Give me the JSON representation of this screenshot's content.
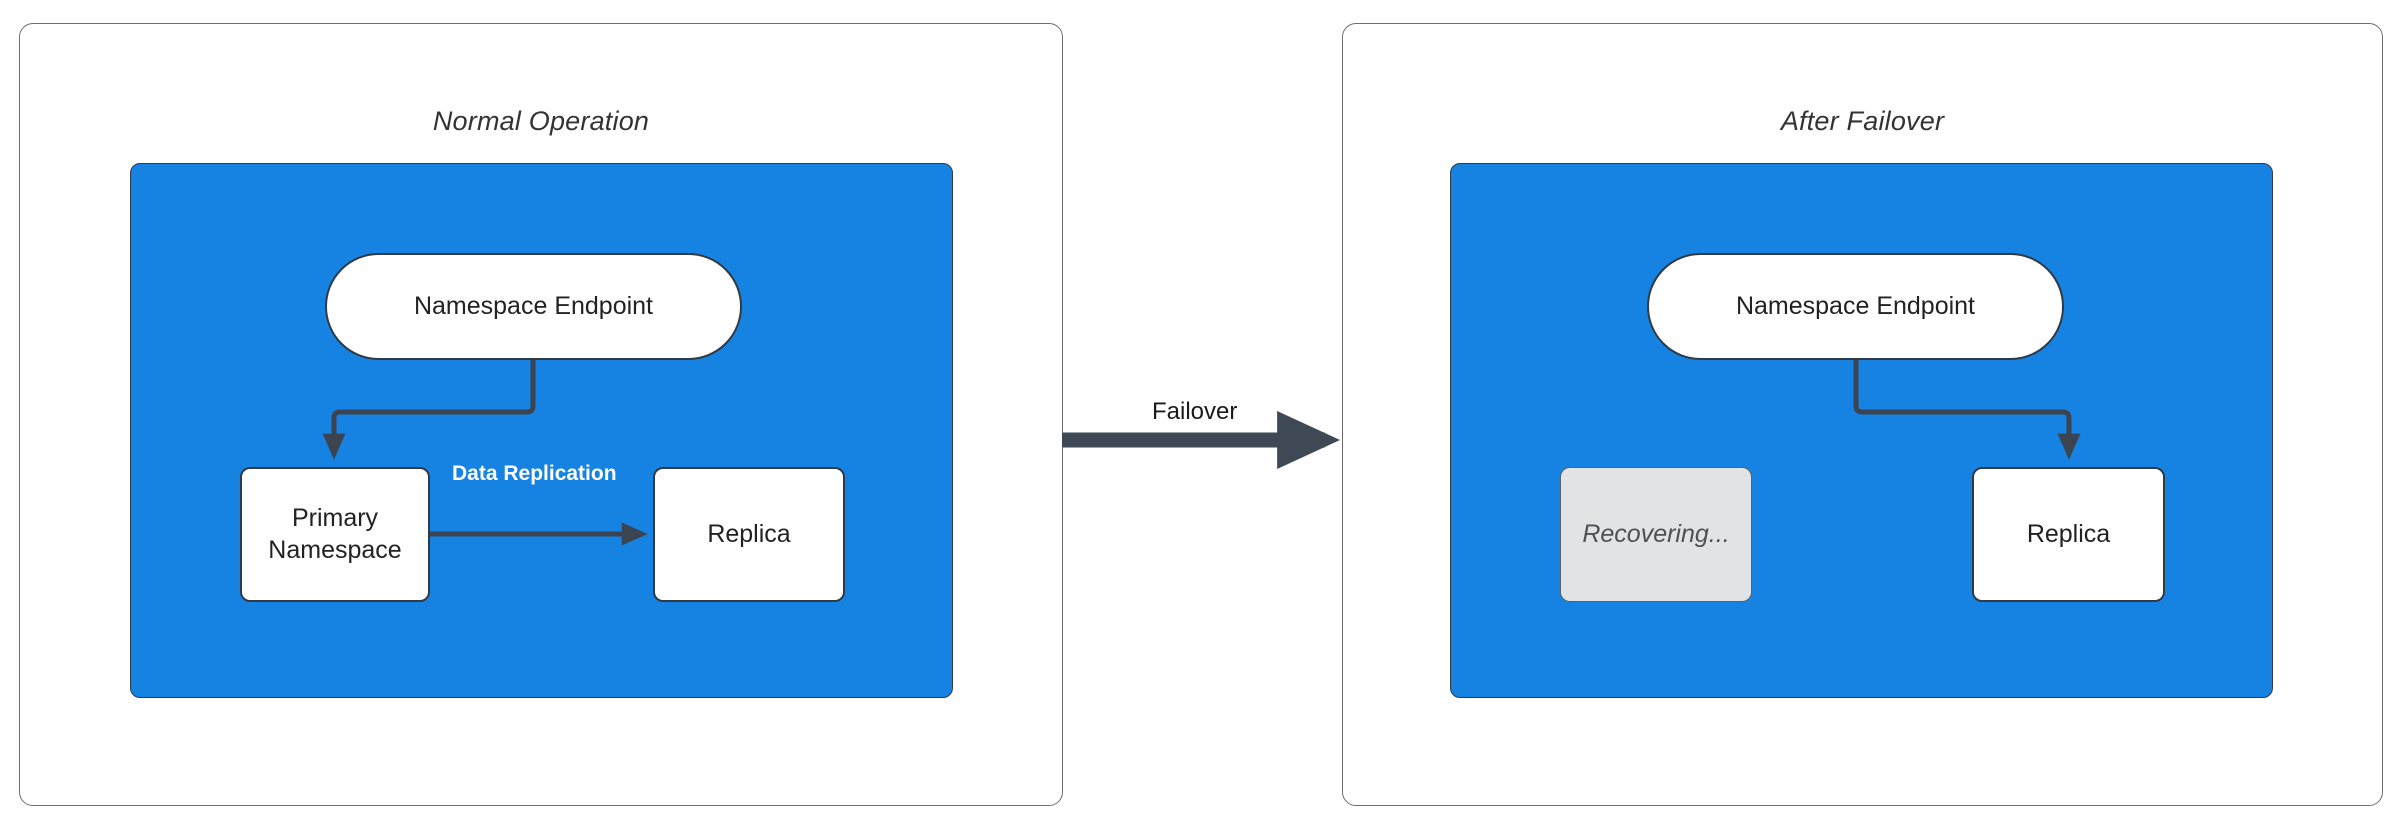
{
  "diagram": {
    "type": "failover-architecture",
    "panels": [
      {
        "id": "normal",
        "title": "Normal Operation",
        "zone_color": "#1683e2",
        "nodes": [
          {
            "id": "endpoint",
            "label": "Namespace Endpoint",
            "shape": "pill",
            "fill": "#ffffff"
          },
          {
            "id": "primary",
            "label": "Primary\nNamespace",
            "shape": "box",
            "fill": "#ffffff"
          },
          {
            "id": "replica",
            "label": "Replica",
            "shape": "box",
            "fill": "#ffffff"
          }
        ],
        "edges": [
          {
            "from": "endpoint",
            "to": "primary",
            "label": ""
          },
          {
            "from": "primary",
            "to": "replica",
            "label": "Data Replication"
          }
        ]
      },
      {
        "id": "failover",
        "title": "After Failover",
        "zone_color": "#1683e2",
        "nodes": [
          {
            "id": "endpoint",
            "label": "Namespace Endpoint",
            "shape": "pill",
            "fill": "#ffffff"
          },
          {
            "id": "recovering",
            "label": "Recovering...",
            "shape": "box",
            "fill": "#e1e3e4"
          },
          {
            "id": "replica",
            "label": "Replica",
            "shape": "box",
            "fill": "#ffffff"
          }
        ],
        "edges": [
          {
            "from": "endpoint",
            "to": "replica",
            "label": ""
          }
        ]
      }
    ],
    "transition": {
      "label": "Failover",
      "direction": "left-to-right",
      "color": "#3f4855"
    },
    "labels": {
      "normal_title": "Normal Operation",
      "failover_title": "After Failover",
      "endpoint_left": "Namespace Endpoint",
      "endpoint_right": "Namespace Endpoint",
      "primary_namespace": "Primary Namespace",
      "primary_namespace_line1": "Primary",
      "primary_namespace_line2": "Namespace",
      "replica_left": "Replica",
      "replica_right": "Replica",
      "recovering": "Recovering...",
      "data_replication": "Data Replication",
      "failover": "Failover"
    },
    "colors": {
      "zone": "#1683e2",
      "node_fill": "#ffffff",
      "node_stroke": "#2f3a45",
      "inactive_fill": "#e1e3e4",
      "edge": "#3b4450",
      "panel_border": "#6e6e6e",
      "text": "#222222",
      "edge_label_text": "#ffffff"
    }
  }
}
